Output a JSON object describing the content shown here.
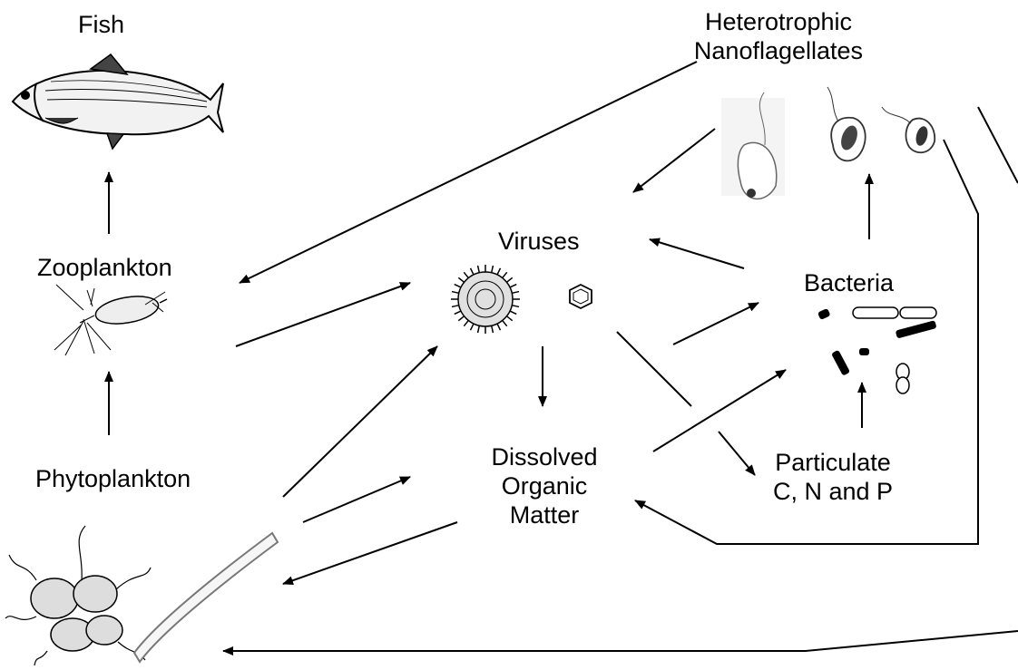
{
  "nodes": {
    "fish": "Fish",
    "zooplankton": "Zooplankton",
    "phytoplankton": "Phytoplankton",
    "viruses": "Viruses",
    "bacteria": "Bacteria",
    "hnf_line1": "Heterotrophic",
    "hnf_line2": "Nanoflagellates",
    "dom_line1": "Dissolved",
    "dom_line2": "Organic",
    "dom_line3": "Matter",
    "part_line1": "Particulate",
    "part_line2": "C, N and P"
  },
  "illustrations": {
    "fish": "fish-illustration",
    "zooplankton": "copepod-illustration",
    "phytoplankton": "phytoplankton-colony-illustration",
    "viruses": "virus-particles-illustration",
    "bacteria": "bacteria-cells-illustration",
    "hnf": "flagellate-cells-illustration"
  },
  "colors": {
    "ink": "#000000",
    "background": "#ffffff"
  }
}
